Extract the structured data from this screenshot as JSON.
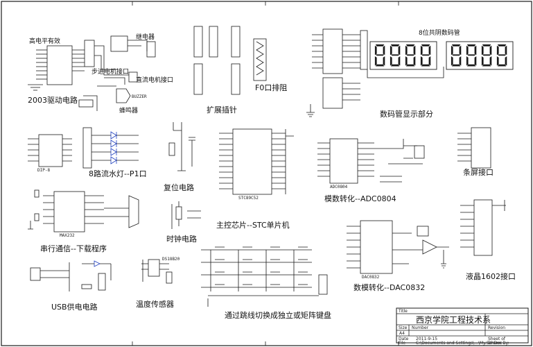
{
  "blocks": {
    "driver_top_label": "高电平有效",
    "driver_title": "2003驱动电路",
    "stepper_label": "步进电机接口",
    "dc_label": "直流电机接口",
    "buzzer_label": "蜂鸣器",
    "buzzer_part": "BUZZER",
    "relay_label": "继电器",
    "expansion_label": "扩展插针",
    "f0_label": "F0口排阻",
    "seg_title": "8位共阴数码管",
    "seg_label": "数码管显示部分",
    "led_label": "8路流水灯--P1口",
    "reset_label": "复位电路",
    "mcu_label": "主控芯片--STC单片机",
    "mcu_part": "STC89C52",
    "clock_label": "时钟电路",
    "adc_label": "模数转化--ADC0804",
    "adc_part": "ADC0804",
    "dac_label": "数模转化--DAC0832",
    "dac_part": "DAC0832",
    "lcd12864_label": "条屏接口",
    "lcd1602_label": "液晶1602接口",
    "serial_label": "串行通信--下载程序",
    "serial_part": "MAX232",
    "usb_label": "USB供电电路",
    "temp_label": "温度传感器",
    "temp_part": "DS18B20",
    "keyboard_label": "通过跳线切换成独立或矩阵键盘",
    "dip_label": "DIP-8"
  },
  "title_block": {
    "org": "西京学院工程技术系",
    "title_hdr": "Title",
    "size_hdr": "Size",
    "size": "A4",
    "number_hdr": "Number",
    "revision_hdr": "Revision",
    "date_hdr": "Date",
    "date": "2011-9-15",
    "file_hdr": "File",
    "file": "C:\\Documents and Settings\\...\\My.SchDoc",
    "sheet_hdr": "Sheet  of",
    "drawn_hdr": "Drawn By:"
  },
  "colors": {
    "line": "#1a1a1a",
    "led": "#1f3fbf",
    "paper": "#ffffff",
    "accent": "#2233aa"
  }
}
